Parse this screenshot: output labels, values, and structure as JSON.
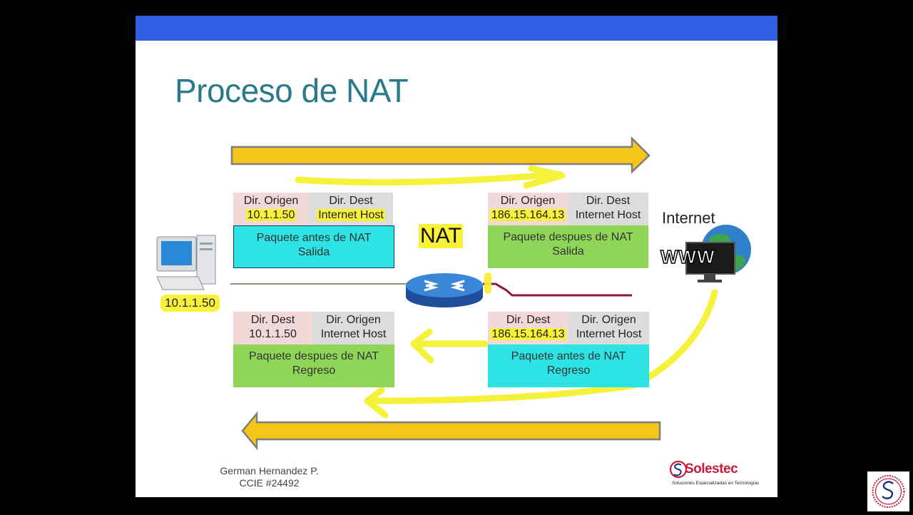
{
  "slide": {
    "title": "Proceso de NAT",
    "nat_label": "NAT",
    "internet_label": "Internet",
    "www_label": "WWW",
    "pc_ip": "10.1.1.50",
    "packets": {
      "out_before": {
        "col1": {
          "label": "Dir. Origen",
          "value": "10.1.1.50"
        },
        "col2": {
          "label": "Dir. Dest",
          "value": "Internet Host"
        },
        "body_line1": "Paquete antes de NAT",
        "body_line2": "Salida"
      },
      "out_after": {
        "col1": {
          "label": "Dir. Origen",
          "value": "186.15.164.13"
        },
        "col2": {
          "label": "Dir. Dest",
          "value": "Internet Host"
        },
        "body_line1": "Paquete despues de NAT",
        "body_line2": "Salida"
      },
      "ret_after": {
        "col1": {
          "label": "Dir. Dest",
          "value": "10.1.1.50"
        },
        "col2": {
          "label": "Dir. Origen",
          "value": "Internet Host"
        },
        "body_line1": "Paquete despues de NAT",
        "body_line2": "Regreso"
      },
      "ret_before": {
        "col1": {
          "label": "Dir. Dest",
          "value": "186.15.164.13"
        },
        "col2": {
          "label": "Dir. Origen",
          "value": "Internet Host"
        },
        "body_line1": "Paquete antes de NAT",
        "body_line2": "Regreso"
      }
    },
    "footer": {
      "line1": "German  Hernandez  P.",
      "line2": "CCIE #24492"
    },
    "logo": {
      "text": "Solestec",
      "subtitle": "Soluciones Especializadas en Tecnologías"
    },
    "colors": {
      "top_bar": "#2f5ee0",
      "title": "#2b7a8a",
      "arrow": "#f5c518",
      "highlight": "#f7f13a",
      "packet_cyan": "#2de3e3",
      "packet_green": "#8fd658"
    }
  }
}
